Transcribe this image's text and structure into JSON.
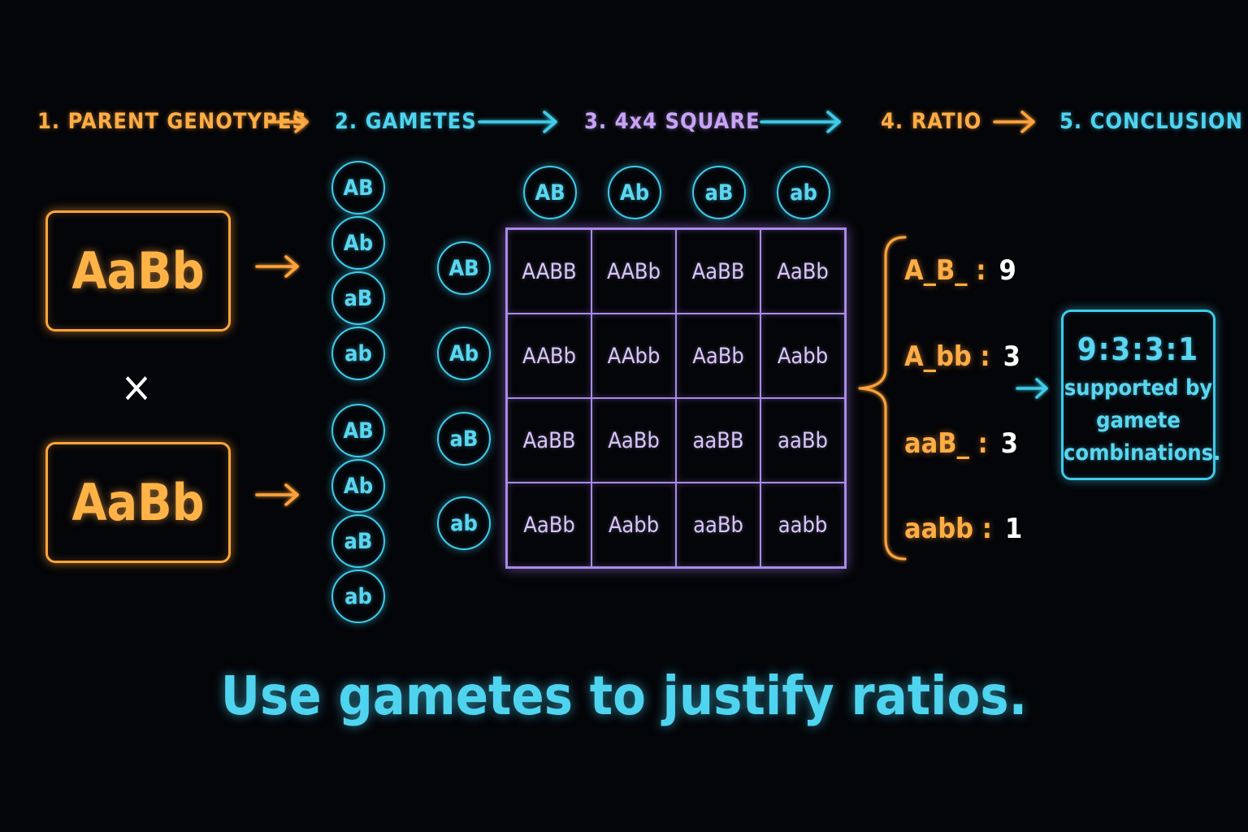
{
  "steps": [
    "1. PARENT GENOTYPES",
    "2. GAMETES",
    "3. 4x4 SQUARE",
    "4. RATIO",
    "5. CONCLUSION"
  ],
  "parents": [
    "AaBb",
    "AaBb"
  ],
  "cross_symbol": "×",
  "gametes": {
    "parent1": [
      "AB",
      "Ab",
      "aB",
      "ab"
    ],
    "parent2": [
      "AB",
      "Ab",
      "aB",
      "ab"
    ]
  },
  "square": {
    "columns": [
      "AB",
      "Ab",
      "aB",
      "ab"
    ],
    "rows": [
      "AB",
      "Ab",
      "aB",
      "ab"
    ],
    "cells": [
      [
        "AABB",
        "AABb",
        "AaBB",
        "AaBb"
      ],
      [
        "AABb",
        "AAbb",
        "AaBb",
        "Aabb"
      ],
      [
        "AaBB",
        "AaBb",
        "aaBB",
        "aaBb"
      ],
      [
        "AaBb",
        "Aabb",
        "aaBb",
        "aabb"
      ]
    ]
  },
  "ratios": [
    {
      "label": "A_B_ :",
      "value": "9"
    },
    {
      "label": "A_bb :",
      "value": "3"
    },
    {
      "label": "aaB_ :",
      "value": "3"
    },
    {
      "label": "aabb :",
      "value": "1"
    }
  ],
  "conclusion": {
    "ratio": "9:3:3:1",
    "text": "supported by gamete combinations."
  },
  "caption": "Use gametes to justify ratios.",
  "colors": {
    "orange": "#ffad45",
    "cyan": "#4fd4ef",
    "purple": "#a98ae8",
    "background": "#040508"
  },
  "icons": [
    "arrow-right-icon",
    "curly-brace-icon"
  ]
}
